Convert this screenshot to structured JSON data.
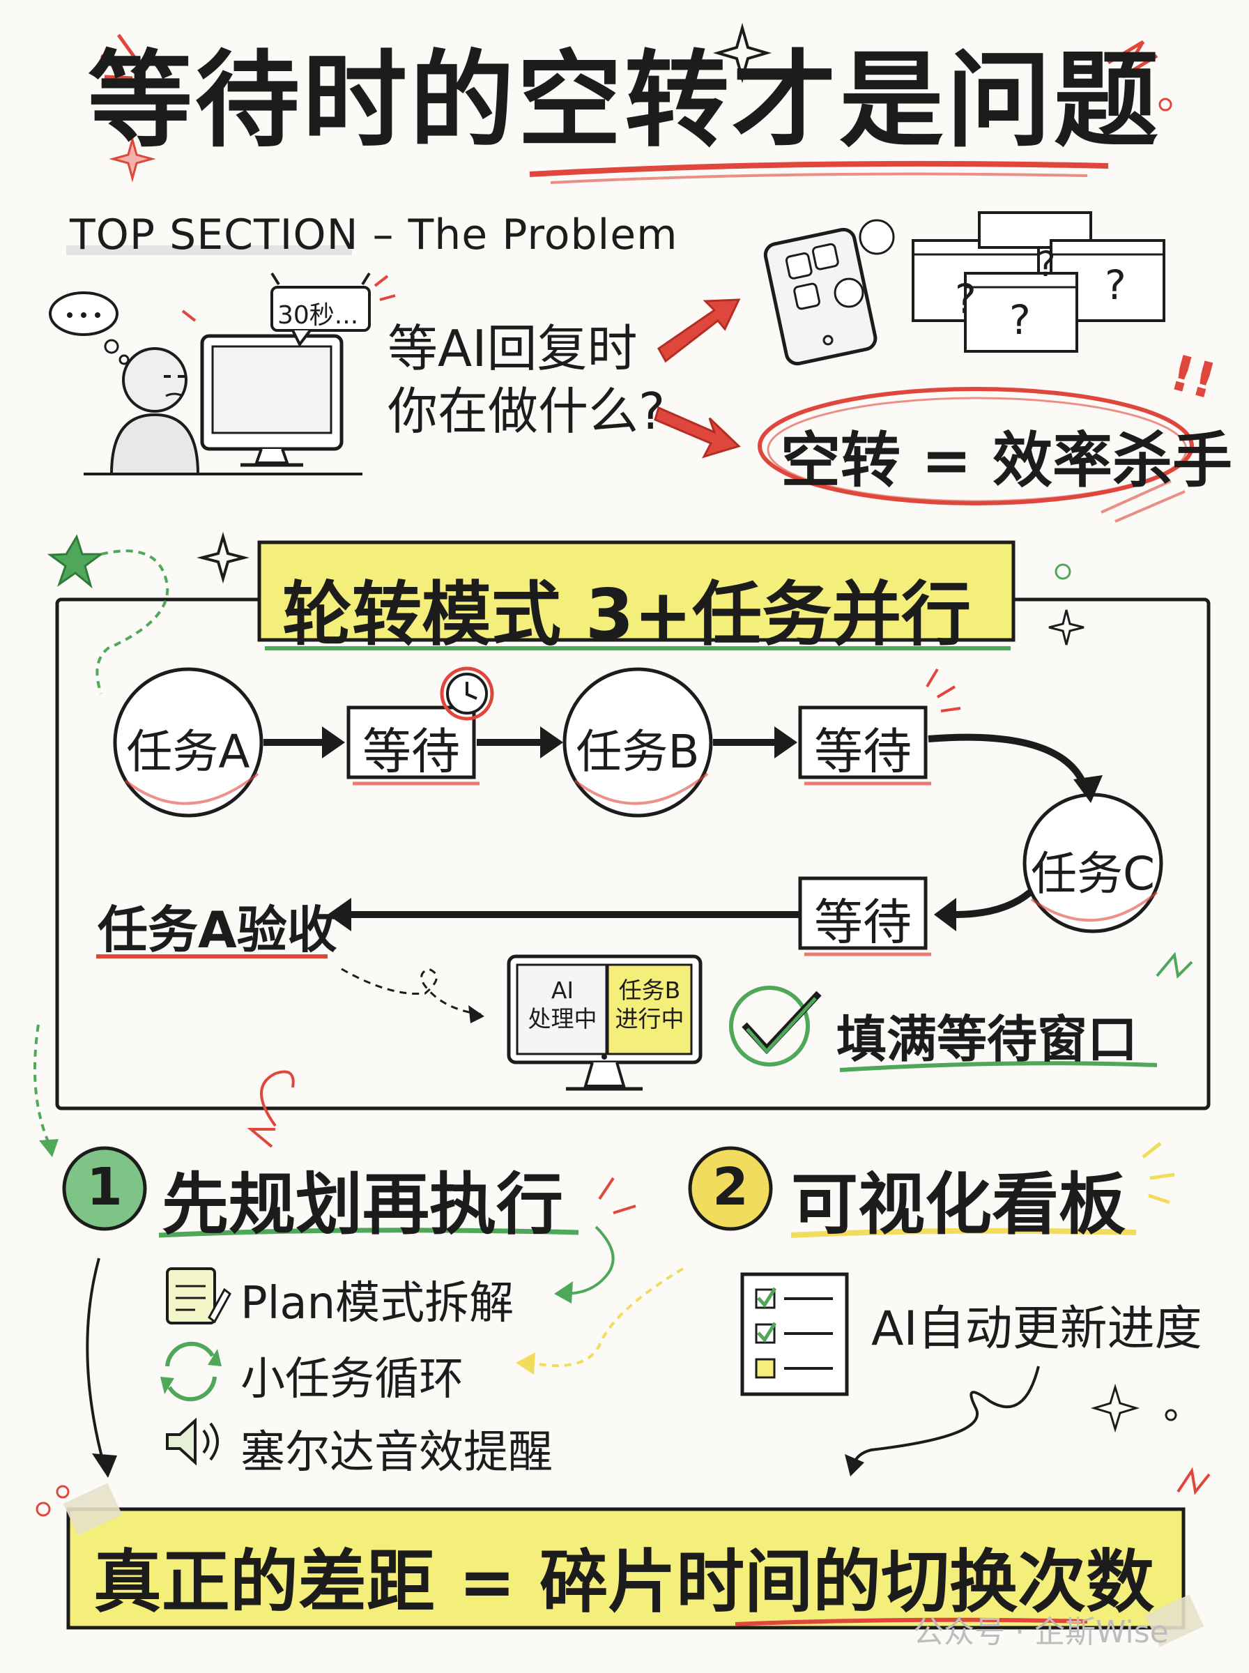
{
  "title": "等待时的空转才是问题",
  "section_label": "TOP SECTION – The Problem",
  "problem": {
    "clock_bubble": "30秒...",
    "question_line1": "等AI回复时",
    "question_line2": "你在做什么?",
    "verdict": "空转 = 效率杀手",
    "popup_mark": "?",
    "exclaim": "!!"
  },
  "rotation": {
    "title": "轮转模式 3+任务并行",
    "task_a": "任务A",
    "task_b": "任务B",
    "task_c": "任务C",
    "wait": "等待",
    "accept": "任务A验收",
    "screen_left_line1": "AI",
    "screen_left_line2": "处理中",
    "screen_right_line1": "任务B",
    "screen_right_line2": "进行中",
    "fill_window": "填满等待窗口"
  },
  "tips": [
    {
      "number": "1",
      "title": "先规划再执行",
      "items": [
        "Plan模式拆解",
        "小任务循环",
        "塞尔达音效提醒"
      ]
    },
    {
      "number": "2",
      "title": "可视化看板",
      "items": [
        "AI自动更新进度"
      ]
    }
  ],
  "conclusion": "真正的差距 = 碎片时间的切换次数",
  "watermark": "公众号 · 企斯Wise",
  "colors": {
    "red_accent": "#e0473c",
    "green_accent": "#4fa85a",
    "yellow_highlight": "#f4ee7a",
    "ink": "#1c1c1c"
  }
}
